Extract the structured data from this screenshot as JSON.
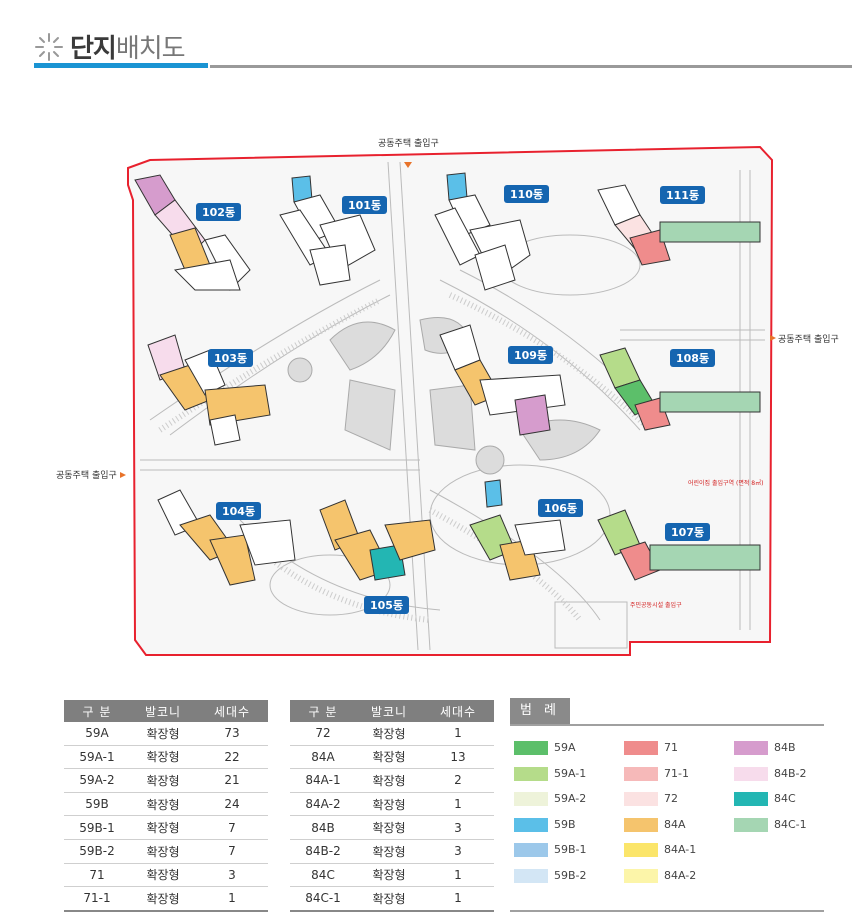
{
  "title": {
    "strong": "단지",
    "rest": "배치도"
  },
  "entrances": {
    "top": "공동주택 출입구",
    "right": "공동주택 출입구",
    "left": "공동주택 출입구"
  },
  "buildings": [
    "101동",
    "102동",
    "103동",
    "104동",
    "105동",
    "106동",
    "107동",
    "108동",
    "109동",
    "110동",
    "111동"
  ],
  "map_notes": {
    "note1": "어린이집 출입구역 (면적 8㎡)",
    "note2": "주민공동시설 출입구"
  },
  "colors": {
    "boundary": "#e8212e",
    "tag": "#1565b0",
    "59A": "#5cbf6a",
    "59A-1": "#b5dc8a",
    "59A-2": "#eef3da",
    "59B": "#5bbfe8",
    "59B-1": "#9cc8ea",
    "59B-2": "#d3e6f5",
    "71": "#ef8c8c",
    "71-1": "#f6b9b9",
    "72": "#fbe2e2",
    "84A": "#f5c46d",
    "84A-1": "#fbe56a",
    "84A-2": "#fcf5a9",
    "84B": "#d69ccd",
    "84B-2": "#f7dcec",
    "84C": "#23b6b3",
    "84C-1": "#a5d6b3"
  },
  "table_headers": {
    "col1": "구  분",
    "col2": "발코니",
    "col3": "세대수"
  },
  "table_left": [
    {
      "type": "59A",
      "balcony": "확장형",
      "count": "73"
    },
    {
      "type": "59A-1",
      "balcony": "확장형",
      "count": "22"
    },
    {
      "type": "59A-2",
      "balcony": "확장형",
      "count": "21"
    },
    {
      "type": "59B",
      "balcony": "확장형",
      "count": "24"
    },
    {
      "type": "59B-1",
      "balcony": "확장형",
      "count": "7"
    },
    {
      "type": "59B-2",
      "balcony": "확장형",
      "count": "7"
    },
    {
      "type": "71",
      "balcony": "확장형",
      "count": "3"
    },
    {
      "type": "71-1",
      "balcony": "확장형",
      "count": "1"
    }
  ],
  "table_right": [
    {
      "type": "72",
      "balcony": "확장형",
      "count": "1"
    },
    {
      "type": "84A",
      "balcony": "확장형",
      "count": "13"
    },
    {
      "type": "84A-1",
      "balcony": "확장형",
      "count": "2"
    },
    {
      "type": "84A-2",
      "balcony": "확장형",
      "count": "1"
    },
    {
      "type": "84B",
      "balcony": "확장형",
      "count": "3"
    },
    {
      "type": "84B-2",
      "balcony": "확장형",
      "count": "3"
    },
    {
      "type": "84C",
      "balcony": "확장형",
      "count": "1"
    },
    {
      "type": "84C-1",
      "balcony": "확장형",
      "count": "1"
    }
  ],
  "legend": {
    "title": "범 례",
    "items": [
      {
        "label": "59A",
        "color": "#5cbf6a"
      },
      {
        "label": "59A-1",
        "color": "#b5dc8a"
      },
      {
        "label": "59A-2",
        "color": "#eef3da"
      },
      {
        "label": "59B",
        "color": "#5bbfe8"
      },
      {
        "label": "59B-1",
        "color": "#9cc8ea"
      },
      {
        "label": "59B-2",
        "color": "#d3e6f5"
      },
      {
        "label": "71",
        "color": "#ef8c8c"
      },
      {
        "label": "71-1",
        "color": "#f6b9b9"
      },
      {
        "label": "72",
        "color": "#fbe2e2"
      },
      {
        "label": "84A",
        "color": "#f5c46d"
      },
      {
        "label": "84A-1",
        "color": "#fbe56a"
      },
      {
        "label": "84A-2",
        "color": "#fcf5a9"
      },
      {
        "label": "84B",
        "color": "#d69ccd"
      },
      {
        "label": "84B-2",
        "color": "#f7dcec"
      },
      {
        "label": "84C",
        "color": "#23b6b3"
      },
      {
        "label": "84C-1",
        "color": "#a5d6b3"
      }
    ]
  }
}
